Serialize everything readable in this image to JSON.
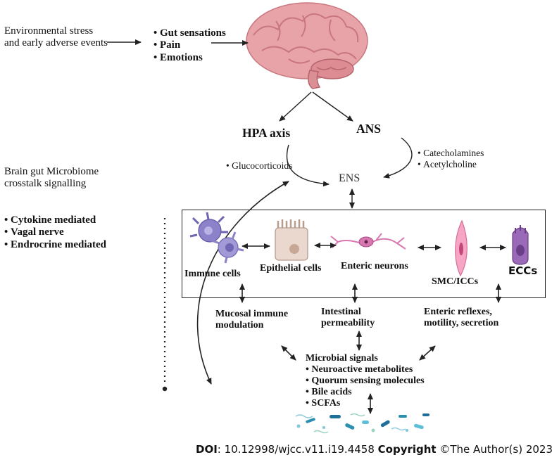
{
  "environmental_stress": "Environmental stress and early adverse events",
  "sensations": [
    "Gut sensations",
    "Pain",
    "Emotions"
  ],
  "hpa_axis": "HPA axis",
  "ans": "ANS",
  "ens": "ENS",
  "glucocorticoids": "Glucocorticoids",
  "ans_outputs": [
    "Catecholamines",
    "Acetylcholine"
  ],
  "crosstalk_title": "Brain gut Microbiome crosstalk signalling",
  "crosstalk_routes": [
    "Cytokine mediated",
    "Vagal nerve",
    "Endrocrine mediated"
  ],
  "cells": {
    "immune": "Immune cells",
    "epithelial": "Epithelial cells",
    "enteric_neurons": "Enteric neurons",
    "smc_iccs": "SMC/ICCs",
    "eccs": "ECCs"
  },
  "effects": {
    "mucosal": "Mucosal immune modulation",
    "permeability": "Intestinal permeability",
    "reflexes": "Enteric reflexes, motility, secretion"
  },
  "microbial_signals": {
    "title": "Microbial signals",
    "items": [
      "Neuroactive metabolites",
      "Quorum sensing molecules",
      "Bile acids",
      "SCFAs"
    ]
  },
  "footer": {
    "doi_label": "DOI",
    "doi_value": ": 10.12998/wjcc.v11.i19.4458 ",
    "copyright_label": "Copyright",
    "copyright_value": " ©The Author(s) 2023."
  },
  "colors": {
    "brain": "#e8a3a8",
    "immune_cell": "#8b82c9",
    "epithelial_cell": "#ead8cf",
    "neuron": "#d878b0",
    "smc": "#f6a6c4",
    "ecc": "#9a6ab8",
    "microbe": "#4fa8c4"
  }
}
